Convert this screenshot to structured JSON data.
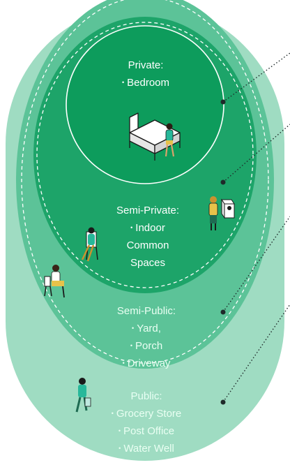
{
  "zones": [
    {
      "id": "private",
      "title": "Private:",
      "items": [
        "Bedroom"
      ]
    },
    {
      "id": "semi-private",
      "title": "Semi-Private:",
      "items": [
        "Indoor",
        "Common",
        "Spaces"
      ]
    },
    {
      "id": "semi-public",
      "title": "Semi-Public:",
      "items": [
        "Yard,",
        "Porch",
        "Driveway"
      ]
    },
    {
      "id": "public",
      "title": "Public:",
      "items": [
        "Grocery Store",
        "Post Office",
        "Water Well"
      ]
    }
  ],
  "colors": {
    "public": "#9fdcc2",
    "semi_public": "#5fc59a",
    "semi_private": "#1fa56b",
    "private": "#0c9a5b",
    "leader": "#1f2a2a",
    "figure_green": "#27b89a",
    "figure_yellow": "#e7c24a"
  }
}
